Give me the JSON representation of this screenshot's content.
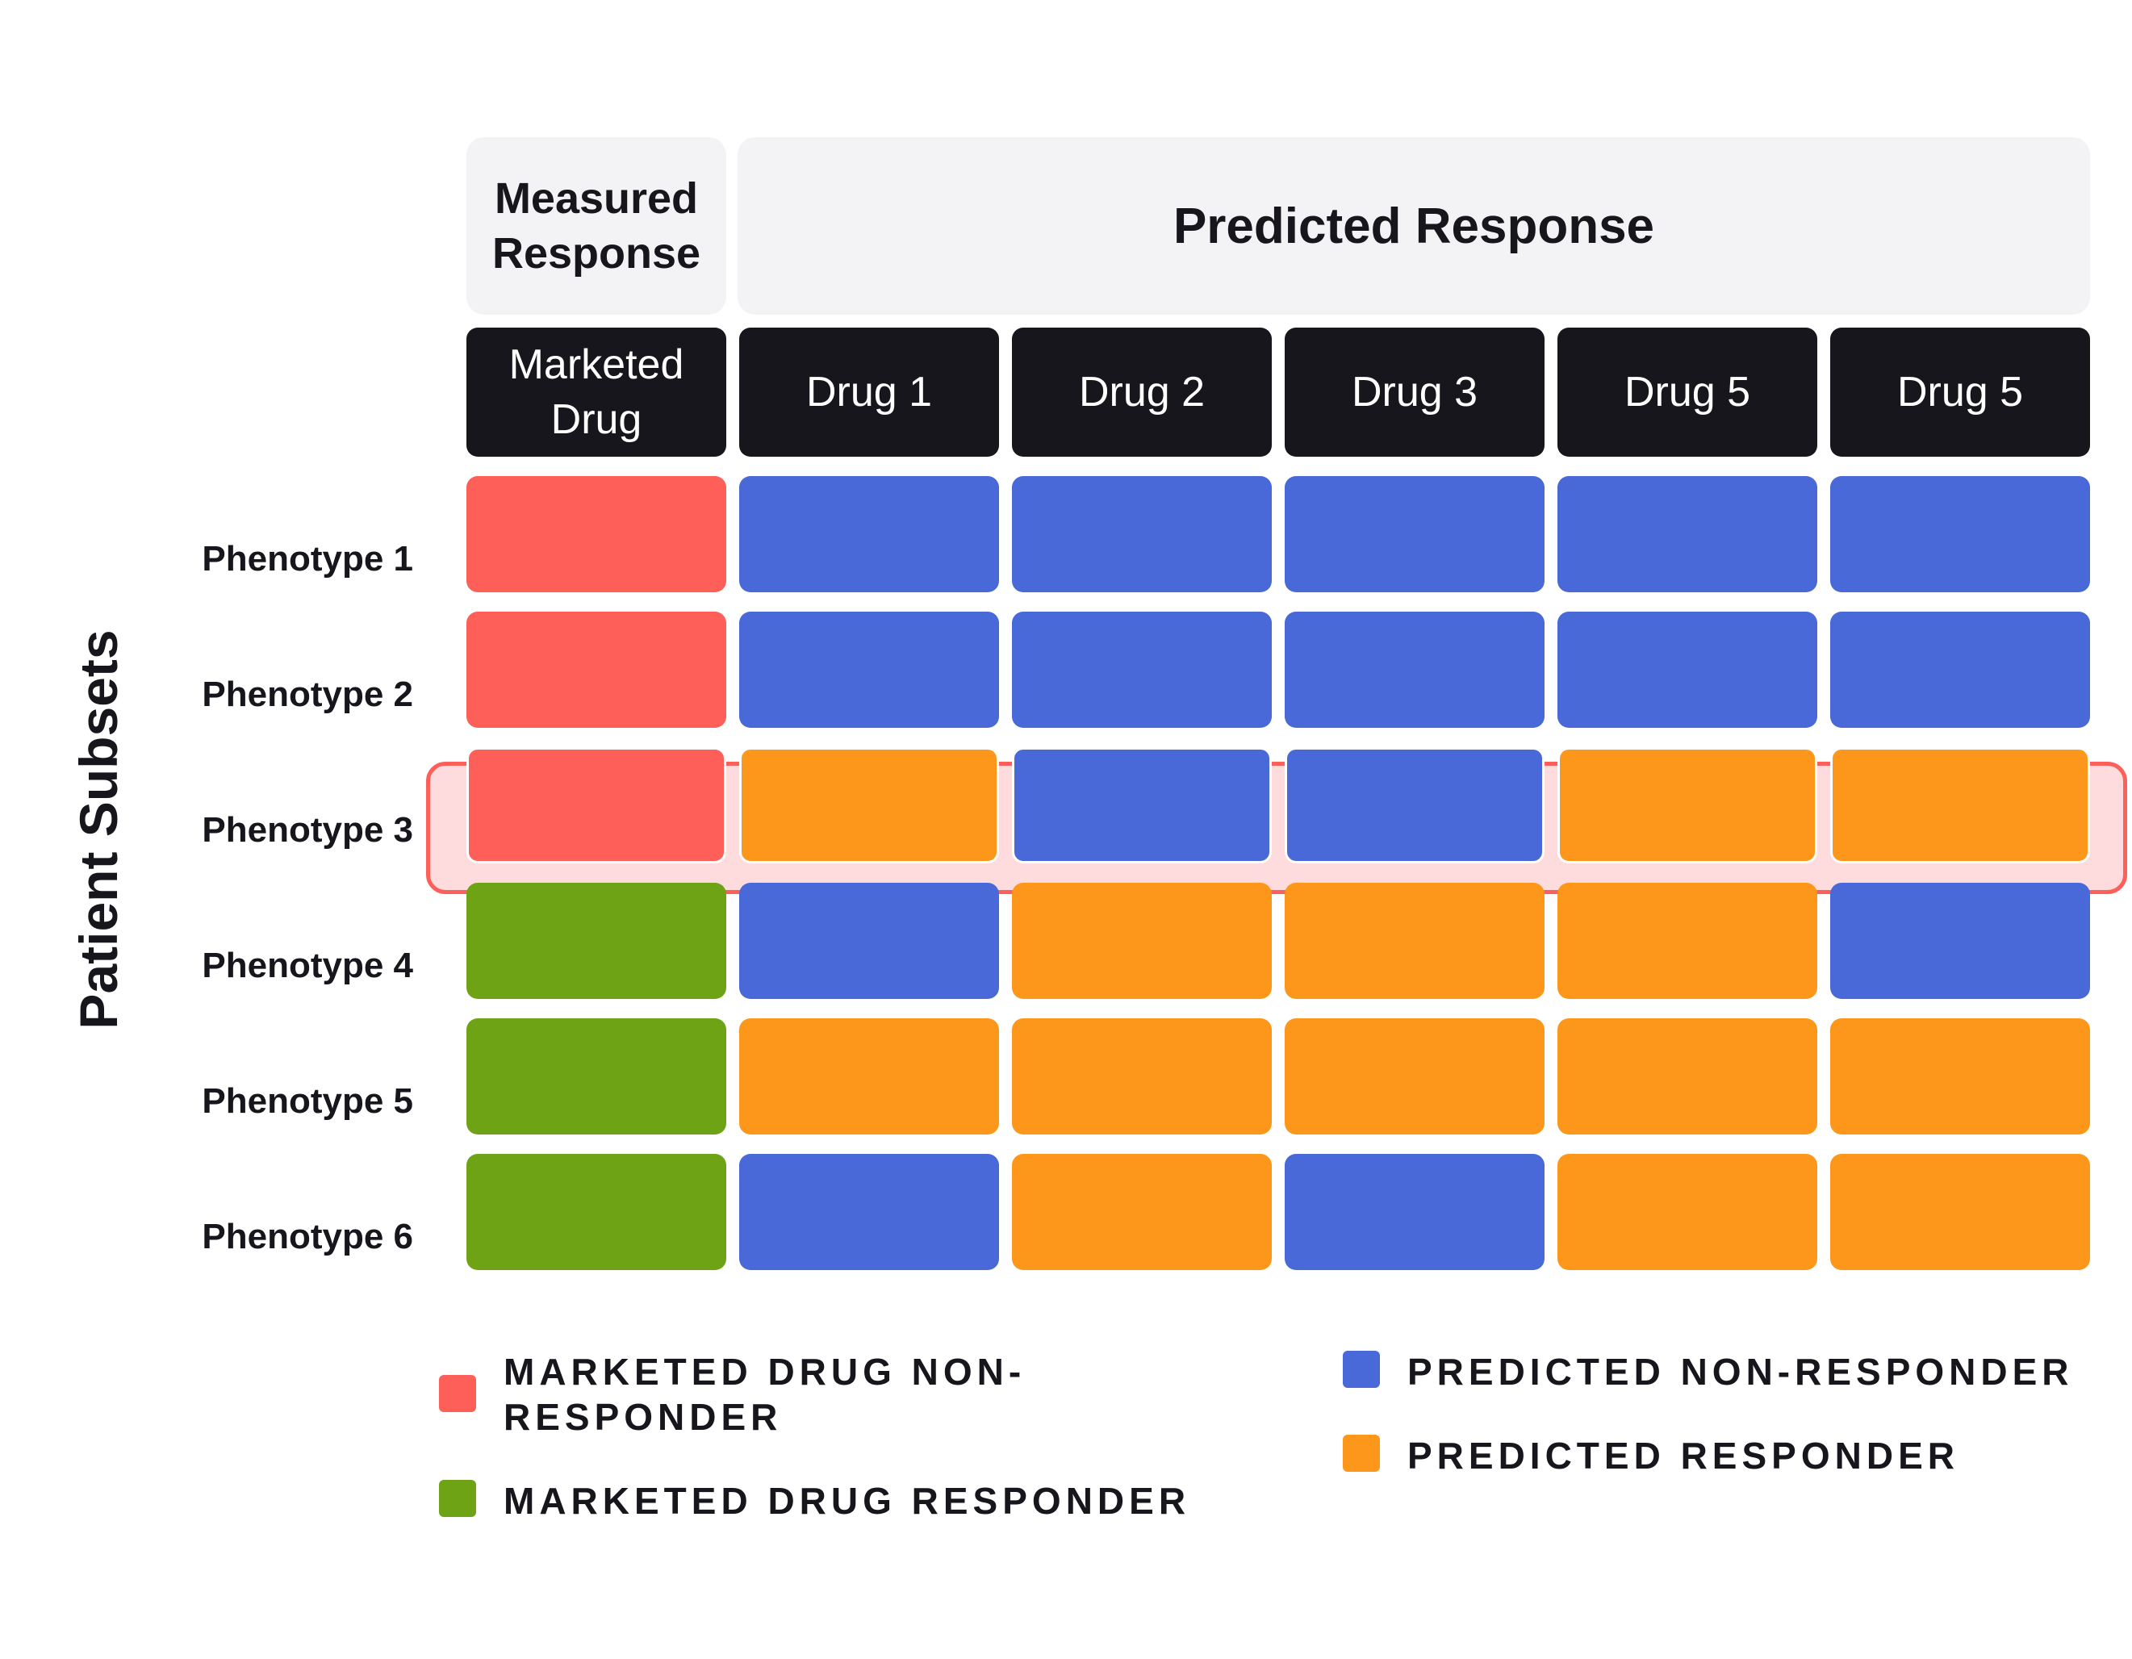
{
  "headers": {
    "measured": "Measured Response",
    "predicted": "Predicted Response"
  },
  "columns": [
    "Marketed Drug",
    "Drug 1",
    "Drug 2",
    "Drug 3",
    "Drug 5",
    "Drug 5"
  ],
  "y_axis_title": "Patient Subsets",
  "rows": [
    {
      "label": "Phenotype 1",
      "cells": [
        "red",
        "blue",
        "blue",
        "blue",
        "blue",
        "blue"
      ]
    },
    {
      "label": "Phenotype 2",
      "cells": [
        "red",
        "blue",
        "blue",
        "blue",
        "blue",
        "blue"
      ]
    },
    {
      "label": "Phenotype 3",
      "cells": [
        "red",
        "orange",
        "blue",
        "blue",
        "orange",
        "orange"
      ],
      "highlighted": true
    },
    {
      "label": "Phenotype 4",
      "cells": [
        "green",
        "blue",
        "orange",
        "orange",
        "orange",
        "blue"
      ]
    },
    {
      "label": "Phenotype 5",
      "cells": [
        "green",
        "orange",
        "orange",
        "orange",
        "orange",
        "orange"
      ]
    },
    {
      "label": "Phenotype 6",
      "cells": [
        "green",
        "blue",
        "orange",
        "blue",
        "orange",
        "orange"
      ]
    }
  ],
  "legend": [
    {
      "key": "red",
      "label": "MARKETED DRUG NON-RESPONDER",
      "color": "#fe5f58"
    },
    {
      "key": "green",
      "label": "MARKETED DRUG RESPONDER",
      "color": "#6ea315"
    },
    {
      "key": "blue",
      "label": "PREDICTED NON-RESPONDER",
      "color": "#4a69d9"
    },
    {
      "key": "orange",
      "label": "PREDICTED RESPONDER",
      "color": "#fd971b"
    }
  ],
  "colors": {
    "red": "#fe5f58",
    "green": "#6ea315",
    "blue": "#4a69d9",
    "orange": "#fd971b",
    "highlight_fill": "#fedbdc",
    "highlight_border": "#fd5f5a",
    "header_dark": "#16161c",
    "header_light": "#f3f2f5"
  }
}
